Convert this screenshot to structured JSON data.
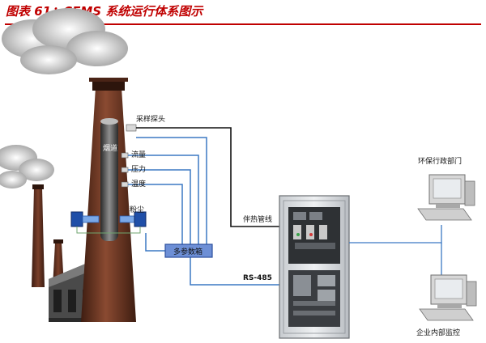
{
  "title": "图表 61：CEMS 系统运行体系图示",
  "labels": {
    "sampling_probe": "采样探头",
    "flue": "烟道",
    "flow": "流量",
    "pressure": "压力",
    "temperature": "温度",
    "dust": "粉尘",
    "multi_param_box": "多参数箱",
    "heated_line": "伴热管线",
    "rs485": "RS-485",
    "env_dept": "环保行政部门",
    "enterprise_monitor": "企业内部监控"
  },
  "colors": {
    "title_red": "#c00000",
    "signal_blue": "#3b78c4",
    "box_blue": "#6d8fd6",
    "chimney_brown": "#6e3a26"
  },
  "icons": [
    "smoke-plume-icon",
    "computer-icon",
    "analyzer-cabinet-icon",
    "dust-sensor-icon"
  ]
}
